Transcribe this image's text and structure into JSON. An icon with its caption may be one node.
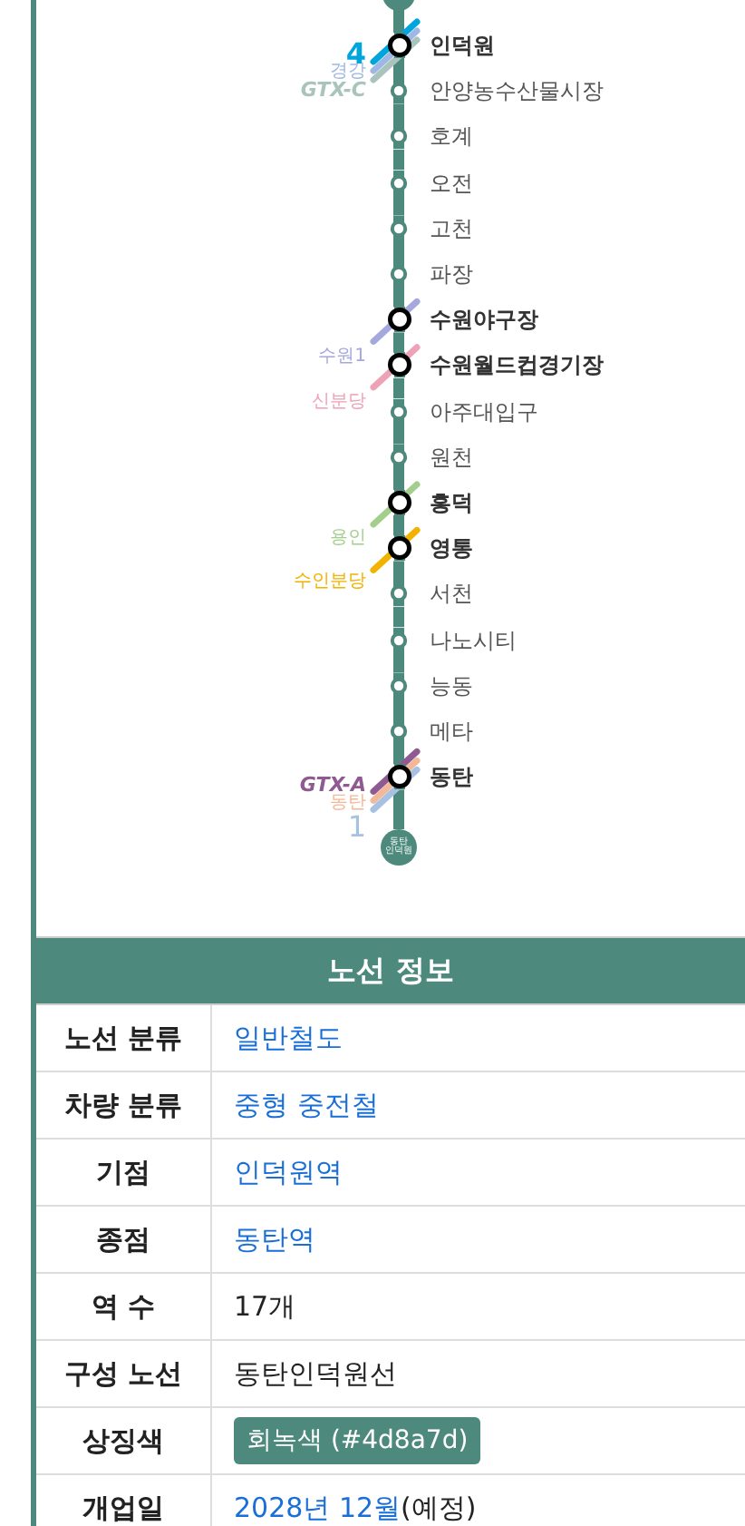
{
  "diagram": {
    "nodes": [
      {
        "text": [],
        "shape": "circle"
      },
      {
        "text": [
          "인덕원"
        ],
        "beside": [
          "4",
          "경강",
          "GTX-C"
        ]
      },
      {
        "text": [
          "안양농수산물시장"
        ]
      },
      {
        "text": [
          "호계"
        ]
      },
      {
        "text": [
          "오전"
        ]
      },
      {
        "text": [
          "고천"
        ]
      },
      {
        "text": [
          "파장"
        ]
      },
      {
        "text": [
          "수원야구장"
        ],
        "beside": [
          "수원1"
        ]
      },
      {
        "text": [
          "수원월드컵경기장"
        ],
        "beside": [
          "신분당"
        ]
      },
      {
        "text": [
          "아주대입구"
        ]
      },
      {
        "text": [
          "원천"
        ]
      },
      {
        "text": [
          "흥덕"
        ],
        "beside": [
          "용인"
        ]
      },
      {
        "text": [
          "영통"
        ],
        "beside": [
          "수인분당"
        ]
      },
      {
        "text": [
          "서천"
        ]
      },
      {
        "text": [
          "나노시티"
        ]
      },
      {
        "text": [
          "능동"
        ]
      },
      {
        "text": [
          "메타"
        ]
      },
      {
        "text": [
          "동탄"
        ],
        "beside": [
          "GTX-A",
          "동탄",
          "1"
        ]
      },
      {
        "text": [
          "동탄 인덕원"
        ]
      }
    ],
    "edges": [
      {
        "from": 0,
        "to": 1,
        "arrow": "none"
      },
      {
        "from": 1,
        "to": 2,
        "arrow": "none"
      },
      {
        "from": 2,
        "to": 3,
        "arrow": "none"
      },
      {
        "from": 3,
        "to": 4,
        "arrow": "none"
      },
      {
        "from": 4,
        "to": 5,
        "arrow": "none"
      },
      {
        "from": 5,
        "to": 6,
        "arrow": "none"
      },
      {
        "from": 6,
        "to": 7,
        "arrow": "none"
      },
      {
        "from": 7,
        "to": 8,
        "arrow": "none"
      },
      {
        "from": 8,
        "to": 9,
        "arrow": "none"
      },
      {
        "from": 9,
        "to": 10,
        "arrow": "none"
      },
      {
        "from": 10,
        "to": 11,
        "arrow": "none"
      },
      {
        "from": 11,
        "to": 12,
        "arrow": "none"
      },
      {
        "from": 12,
        "to": 13,
        "arrow": "none"
      },
      {
        "from": 13,
        "to": 14,
        "arrow": "none"
      },
      {
        "from": 14,
        "to": 15,
        "arrow": "none"
      },
      {
        "from": 15,
        "to": 16,
        "arrow": "none"
      },
      {
        "from": 16,
        "to": 17,
        "arrow": "none"
      },
      {
        "from": 17,
        "to": 18,
        "arrow": "none"
      }
    ],
    "labels": [
      "노선 정보",
      "노선 분류",
      "일반철도",
      "차량 분류",
      "중형 중전철",
      "기점",
      "인덕원역",
      "종점",
      "동탄역",
      "역 수",
      "17개",
      "구성 노선",
      "동탄인덕원선",
      "상징색",
      "회녹색 (#4d8a7d)",
      "개업일",
      "2028년 12월",
      "(예정)"
    ]
  }
}
